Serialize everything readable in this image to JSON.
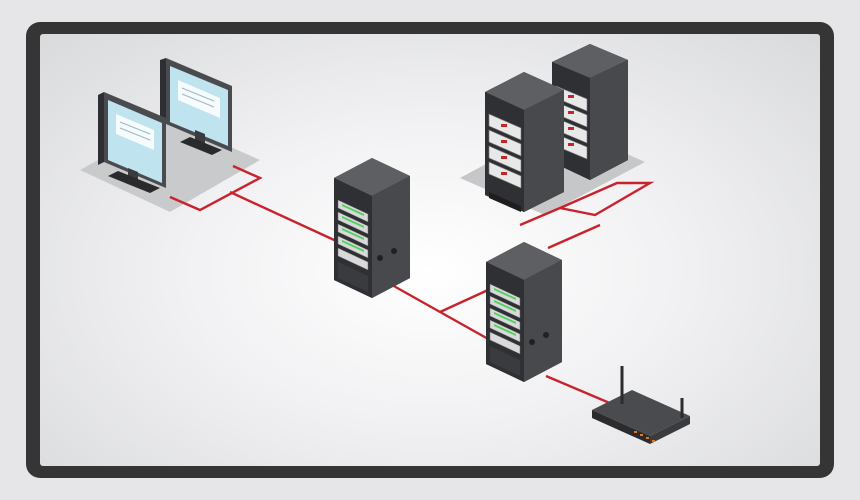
{
  "title": "",
  "colors": {
    "frame": "#353535",
    "background_outer": "#e6e6e8",
    "cable": "#c8232c",
    "rack_front": "#2b2b2d",
    "rack_side": "#48494c",
    "rack_top": "#5e5f63",
    "screen": "#bfe3ef",
    "status_led": "#4cd35a"
  },
  "nodes": [
    {
      "id": "workstations",
      "icon": "desktop-monitor-icon",
      "count": 2
    },
    {
      "id": "core-server",
      "icon": "server-rack-icon"
    },
    {
      "id": "distribution-server",
      "icon": "server-rack-icon"
    },
    {
      "id": "storage-cluster",
      "icon": "storage-rack-icon",
      "count": 2
    },
    {
      "id": "wireless-router",
      "icon": "wifi-router-icon"
    }
  ],
  "links": [
    {
      "from": "workstations",
      "to": "core-server"
    },
    {
      "from": "core-server",
      "to": "distribution-server"
    },
    {
      "from": "distribution-server",
      "to": "storage-cluster"
    },
    {
      "from": "distribution-server",
      "to": "wireless-router"
    }
  ],
  "labels": []
}
